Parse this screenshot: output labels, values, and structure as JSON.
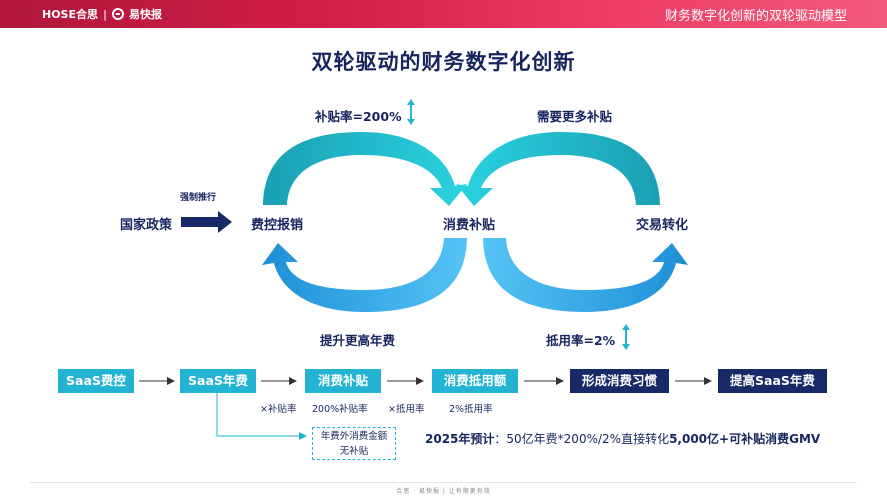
{
  "header": {
    "logo_text": "HOSE合思",
    "logo_divider": "|",
    "logo_product": "易快报",
    "slide_topic": "财务数字化创新的双轮驱动模型"
  },
  "title": "双轮驱动的财务数字化创新",
  "cycle": {
    "top_left_label": "补贴率=200%",
    "top_right_label": "需要更多补贴",
    "bottom_left_label": "提升更高年费",
    "bottom_right_label": "抵用率=2%",
    "policy_label": "国家政策",
    "policy_arrow_label": "强制推行",
    "node_left": "费控报销",
    "node_center": "消费补贴",
    "node_right": "交易转化"
  },
  "flow": {
    "boxes": [
      "SaaS费控",
      "SaaS年费",
      "消费补贴",
      "消费抵用额",
      "形成消费习惯",
      "提高SaaS年费"
    ],
    "notes": [
      "×补贴率",
      "200%补贴率",
      "×抵用率",
      "2%抵用率"
    ],
    "dashed_line1": "年费外消费金额",
    "dashed_line2": "无补贴"
  },
  "forecast": {
    "prefix": "2025年预计",
    "body": "：50亿年费*200%/2%直接转化",
    "highlight": "5,000亿+可补贴消费GMV"
  },
  "footer": "合思 · 易快报 | 让有限更有效",
  "colors": {
    "header_start": "#b0173a",
    "header_end": "#f15b7d",
    "navy": "#172a67",
    "teal": "#22b4d2",
    "light_blue": "#3fb3ee"
  }
}
